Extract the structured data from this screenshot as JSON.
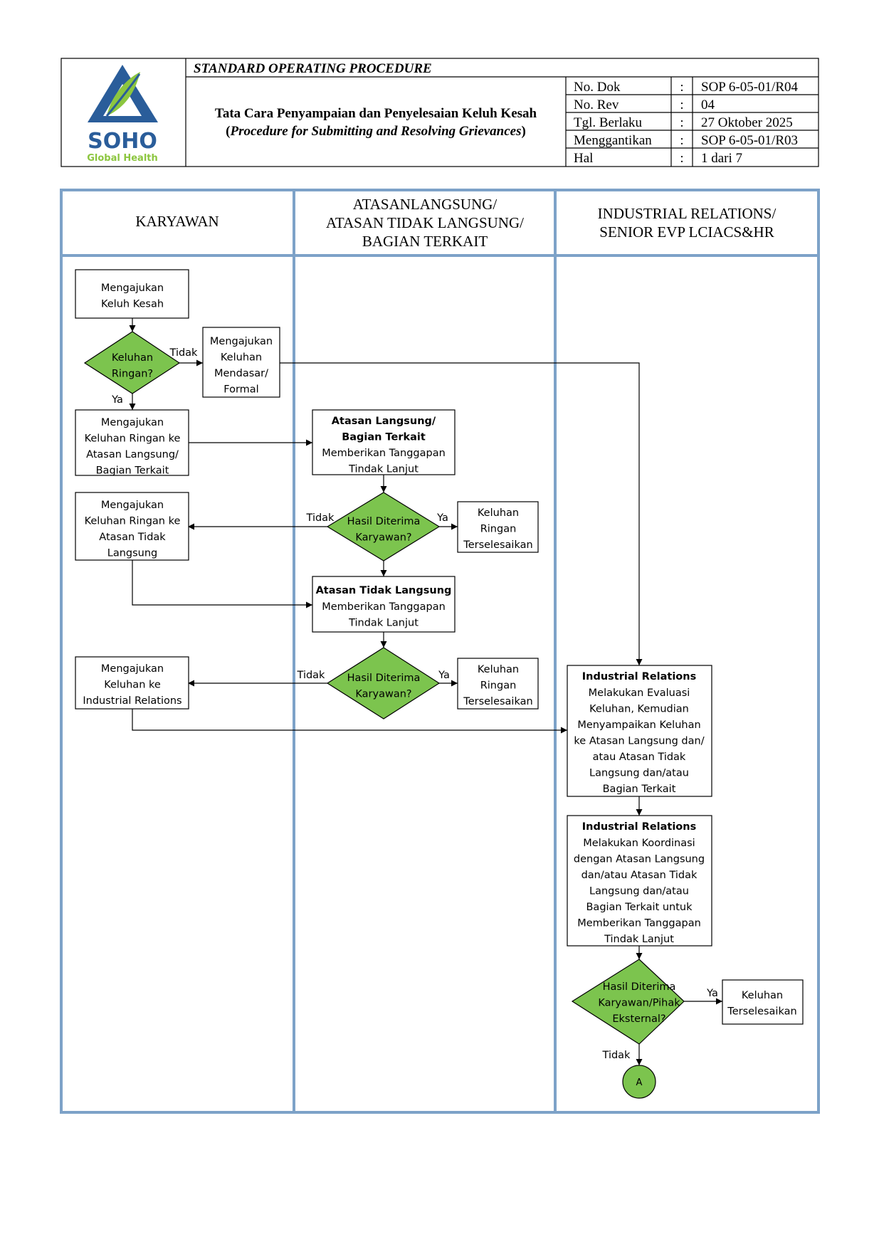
{
  "header": {
    "company_name": "SOHO",
    "company_sub": "Global Health",
    "doc_type": "STANDARD OPERATING PROCEDURE",
    "title": "Tata Cara Penyampaian dan Penyelesaian Keluh Kesah",
    "subtitle_open": "(",
    "subtitle": "Procedure for Submitting and Resolving Grievances",
    "subtitle_close": ")",
    "meta": [
      {
        "label": "No. Dok",
        "sep": ":",
        "value": "SOP 6-05-01/R04"
      },
      {
        "label": "No. Rev",
        "sep": ":",
        "value": "04"
      },
      {
        "label": "Tgl. Berlaku",
        "sep": ":",
        "value": "27 Oktober 2025"
      },
      {
        "label": "Menggantikan",
        "sep": ":",
        "value": "SOP 6-05-01/R03"
      },
      {
        "label": "Hal",
        "sep": ":",
        "value": "1 dari 7"
      }
    ]
  },
  "lanes": {
    "lane1": [
      "KARYAWAN"
    ],
    "lane2": [
      "ATASANLANGSUNG/",
      "ATASAN TIDAK LANGSUNG/",
      "BAGIAN TERKAIT"
    ],
    "lane3": [
      "INDUSTRIAL RELATIONS/",
      "SENIOR EVP LCIACS&HR"
    ]
  },
  "flow": {
    "start": [
      "Mengajukan",
      "Keluh Kesah"
    ],
    "d1": [
      "Keluhan",
      "Ringan?"
    ],
    "formal": [
      "Mengajukan",
      "Keluhan",
      "Mendasar/",
      "Formal"
    ],
    "submit_direct": [
      "Mengajukan",
      "Keluhan Ringan ke",
      "Atasan Langsung/",
      "Bagian Terkait"
    ],
    "direct_resp_bold": [
      "Atasan Langsung/",
      "Bagian Terkait"
    ],
    "direct_resp": [
      "Memberikan Tanggapan",
      "Tindak Lanjut"
    ],
    "d2": [
      "Hasil Diterima",
      "Karyawan?"
    ],
    "resolved1": [
      "Keluhan",
      "Ringan",
      "Terselesaikan"
    ],
    "submit_indirect": [
      "Mengajukan",
      "Keluhan Ringan ke",
      "Atasan Tidak",
      "Langsung"
    ],
    "indirect_resp_bold": [
      "Atasan Tidak Langsung"
    ],
    "indirect_resp": [
      "Memberikan Tanggapan",
      "Tindak Lanjut"
    ],
    "d3": [
      "Hasil Diterima",
      "Karyawan?"
    ],
    "resolved2": [
      "Keluhan",
      "Ringan",
      "Terselesaikan"
    ],
    "submit_ir": [
      "Mengajukan",
      "Keluhan ke",
      "Industrial Relations"
    ],
    "ir_eval_bold": [
      "Industrial Relations"
    ],
    "ir_eval": [
      "Melakukan Evaluasi",
      "Keluhan, Kemudian",
      "Menyampaikan Keluhan",
      "ke Atasan Langsung dan/",
      "atau Atasan Tidak",
      "Langsung  dan/atau",
      "Bagian Terkait"
    ],
    "ir_coord_bold": [
      "Industrial Relations"
    ],
    "ir_coord": [
      "Melakukan Koordinasi",
      "dengan Atasan Langsung",
      "dan/atau Atasan Tidak",
      "Langsung  dan/atau",
      "Bagian Terkait untuk",
      "Memberikan Tanggapan",
      "Tindak Lanjut"
    ],
    "d4": [
      "Hasil Diterima",
      "Karyawan/Pihak",
      "Eksternal?"
    ],
    "resolved3": [
      "Keluhan",
      "Terselesaikan"
    ],
    "connector": "A",
    "labels": {
      "no": "Tidak",
      "yes": "Ya"
    }
  },
  "colors": {
    "decision_fill": "#7cc44e",
    "lane_border": "#7da2c8",
    "logo_blue": "#2a5d9a",
    "logo_green": "#8cc63f"
  }
}
